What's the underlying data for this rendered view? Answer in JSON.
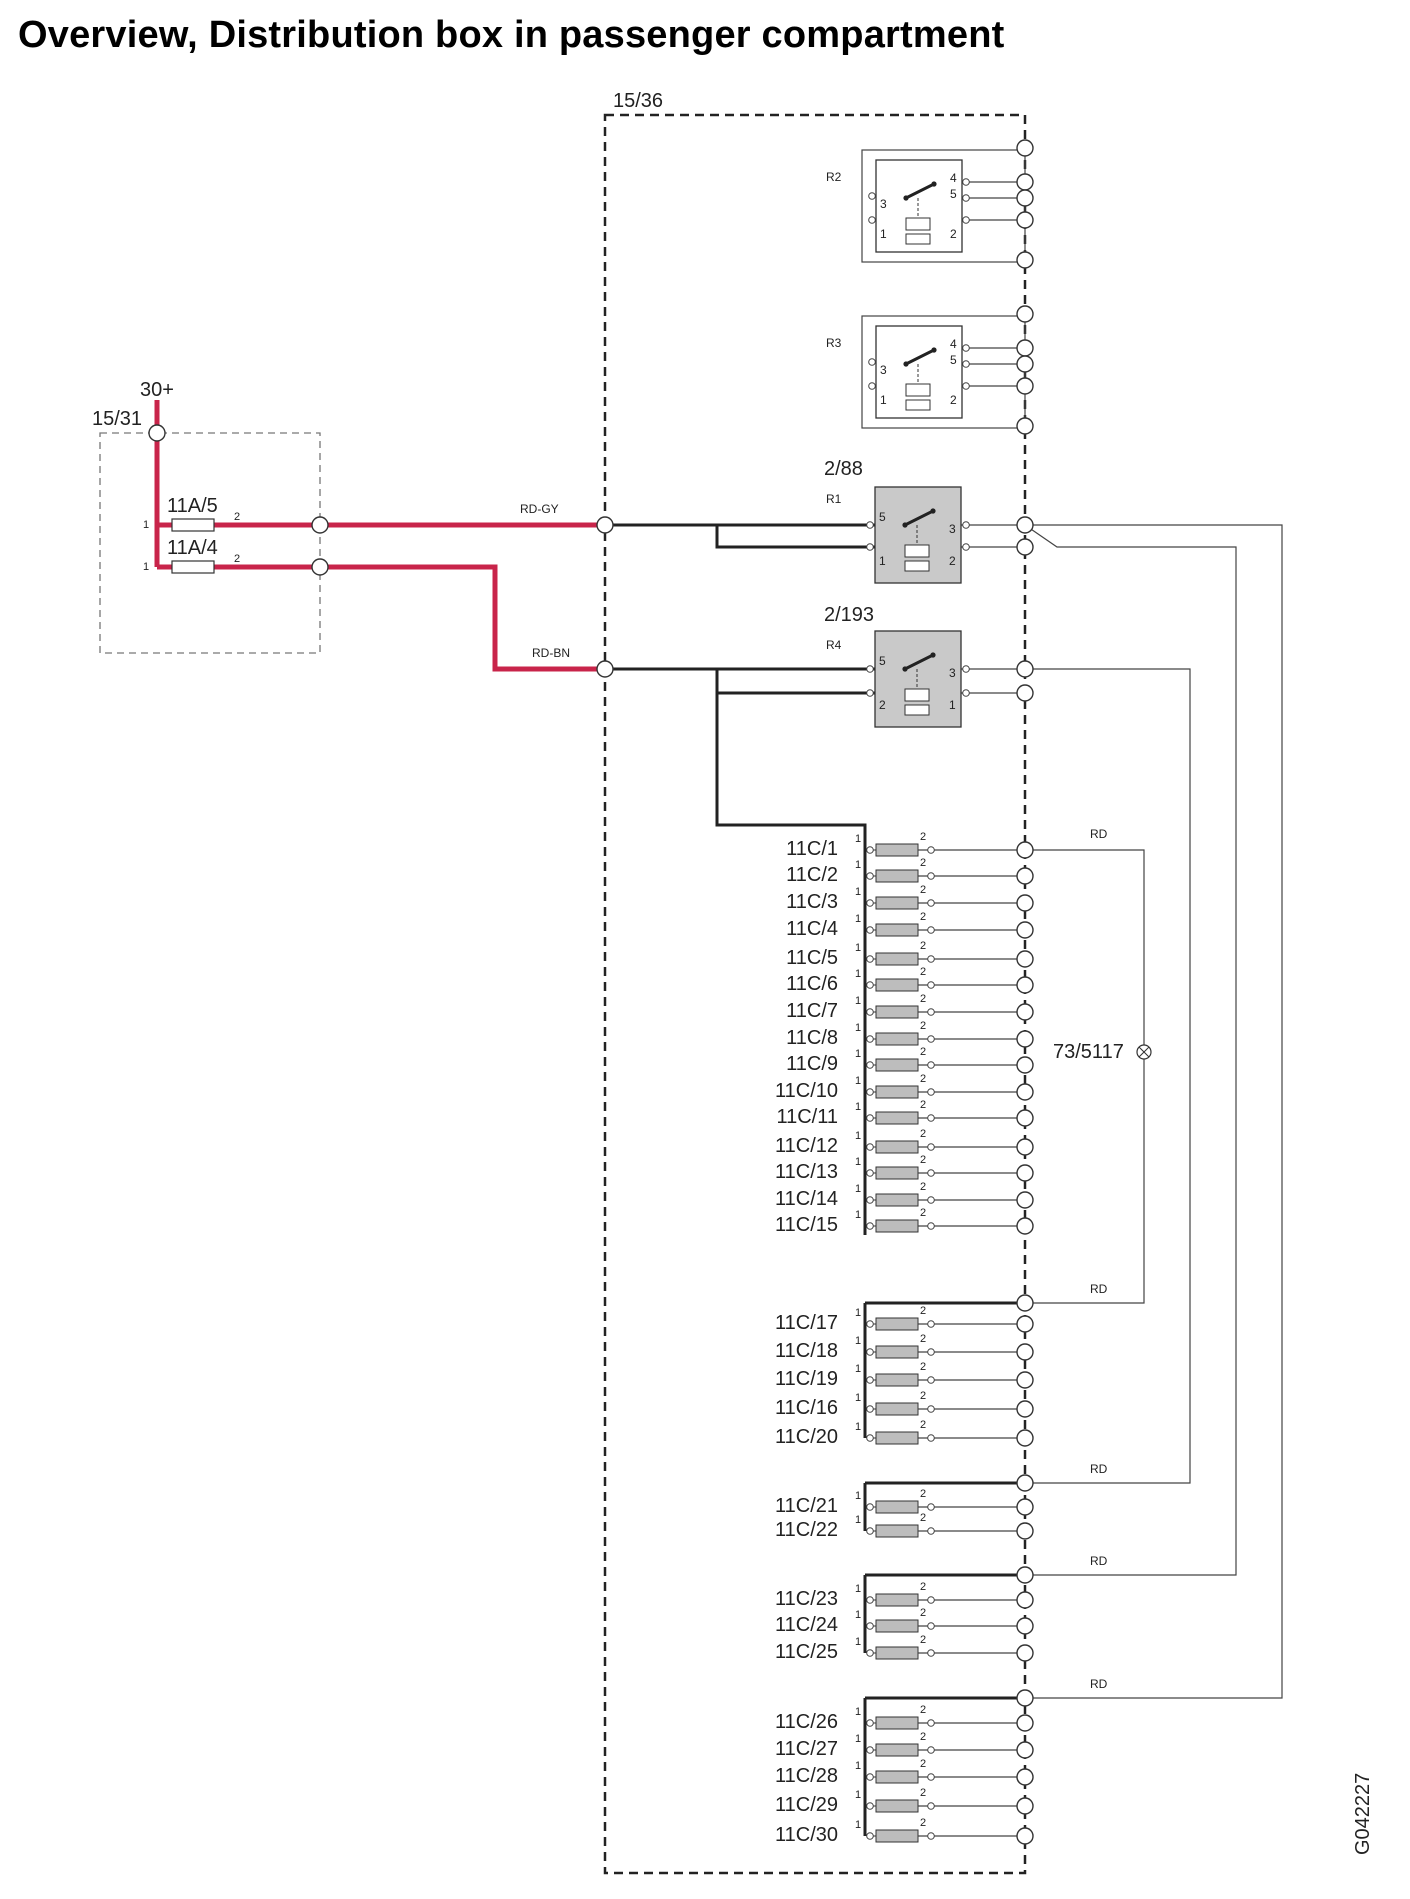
{
  "title": "Overview, Distribution box in passenger compartment",
  "figure_id": "G042227",
  "colors": {
    "power_wire": "#c8244a",
    "wire": "#222222",
    "relay_fill": "#c9c9c9"
  },
  "external_fuse_box": {
    "label": "15/31",
    "supply_label": "30+",
    "fuses": [
      {
        "label": "11A/5",
        "pin_in": "1",
        "pin_out": "2"
      },
      {
        "label": "11A/4",
        "pin_in": "1",
        "pin_out": "2"
      }
    ]
  },
  "distribution_box": {
    "label": "15/36"
  },
  "wire_labels": {
    "rd_gy": "RD-GY",
    "rd_bn": "RD-BN",
    "rd": "RD"
  },
  "relays": [
    {
      "name": "R2",
      "pins": [
        "4",
        "5",
        "3",
        "1",
        "2"
      ]
    },
    {
      "name": "R3",
      "pins": [
        "4",
        "5",
        "3",
        "1",
        "2"
      ]
    },
    {
      "name": "R1",
      "ref": "2/88",
      "pins": [
        "5",
        "3",
        "1",
        "2"
      ]
    },
    {
      "name": "R4",
      "ref": "2/193",
      "pins": [
        "5",
        "3",
        "2",
        "1"
      ]
    }
  ],
  "ground_ref": "73/5117",
  "fuse_pins": {
    "in": "1",
    "out": "2"
  },
  "fuse_groups": [
    [
      "11C/1",
      "11C/2",
      "11C/3",
      "11C/4",
      "11C/5",
      "11C/6",
      "11C/7",
      "11C/8",
      "11C/9",
      "11C/10",
      "11C/11",
      "11C/12",
      "11C/13",
      "11C/14",
      "11C/15"
    ],
    [
      "11C/17",
      "11C/18",
      "11C/19",
      "11C/16",
      "11C/20"
    ],
    [
      "11C/21",
      "11C/22"
    ],
    [
      "11C/23",
      "11C/24",
      "11C/25"
    ],
    [
      "11C/26",
      "11C/27",
      "11C/28",
      "11C/29",
      "11C/30"
    ]
  ]
}
